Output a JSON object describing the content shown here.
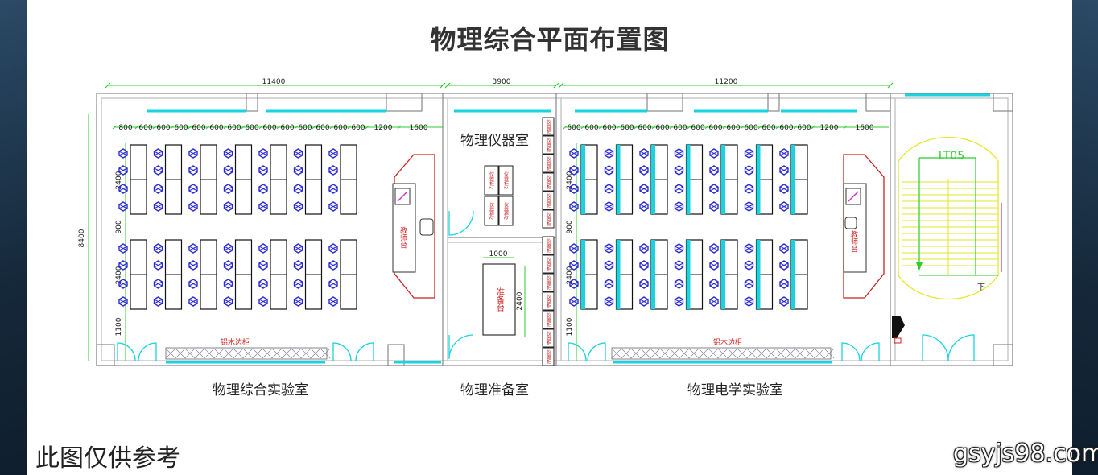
{
  "title": "物理综合平面布置图",
  "footer_note": "此图仅供参考",
  "watermark": "gsyjs98.com",
  "rooms": {
    "lab_left": "物理综合实验室",
    "instrument": "物理仪器室",
    "prep": "物理准备室",
    "lab_right": "物理电学实验室",
    "stair": "LT05"
  },
  "dimensions": {
    "top_left": "11400",
    "top_mid": "3900",
    "top_right": "11200",
    "height_total": "8400",
    "prep_table_w": "1000",
    "prep_table_h": "2400",
    "left_seq": [
      "800",
      "600",
      "600",
      "600",
      "600",
      "600",
      "600",
      "600",
      "600",
      "600",
      "600",
      "600",
      "600",
      "600",
      "1200",
      "1600"
    ],
    "right_seq": [
      "600",
      "600",
      "600",
      "600",
      "600",
      "600",
      "600",
      "600",
      "600",
      "600",
      "600",
      "600",
      "600",
      "600",
      "1200",
      "1600"
    ],
    "vertical_seq": [
      "2400",
      "900",
      "2400",
      "1100"
    ]
  },
  "labels": {
    "podium": "教师台",
    "prep_table": "准备台",
    "cabinet": "铝木边柜",
    "instrument_cabinet": "仪器柜",
    "instrument_cabinet_2": "仪器柜2",
    "stair_down": "下"
  },
  "colors": {
    "dimension": "#2ecc2e",
    "window": "#19d3e0",
    "stool": "#2b2bd6",
    "podium": "#cc2222",
    "cabinet_text": "#cc2222",
    "stair": "#e6e62a"
  }
}
